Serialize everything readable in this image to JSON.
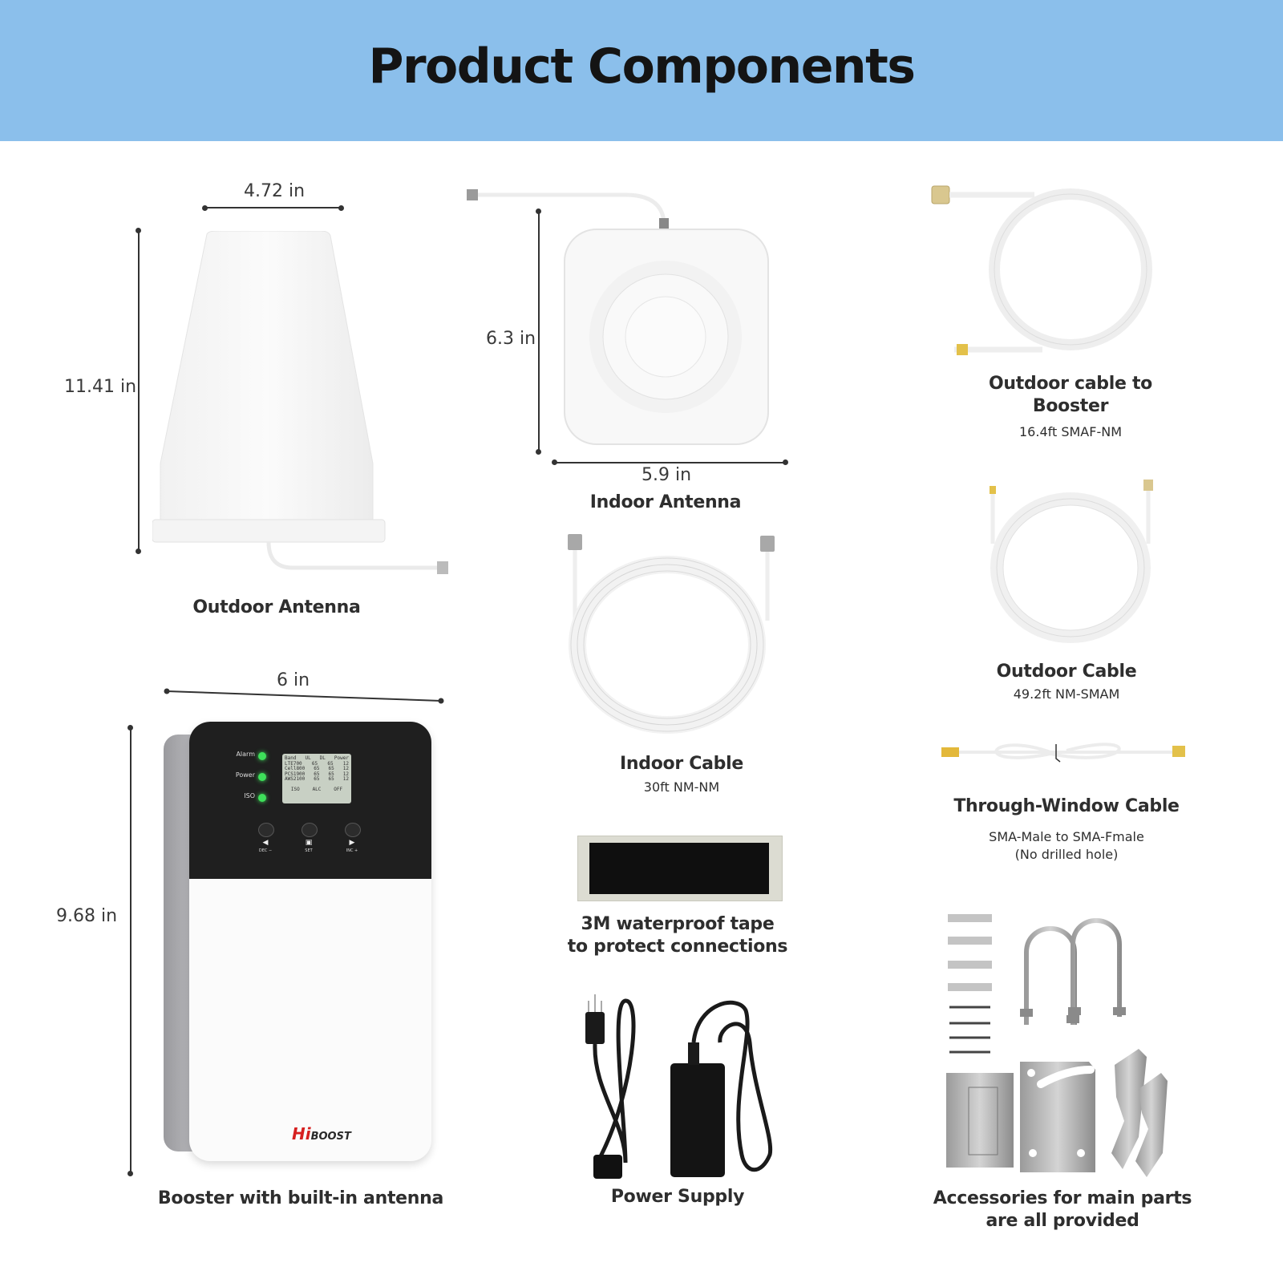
{
  "header": {
    "title": "Product Components",
    "background": "#8bbfeb"
  },
  "components": {
    "outdoor_antenna": {
      "label": "Outdoor Antenna",
      "width": "4.72 in",
      "height": "11.41 in"
    },
    "indoor_antenna": {
      "label": "Indoor Antenna",
      "width": "5.9 in",
      "height": "6.3 in"
    },
    "outdoor_cable_to_booster": {
      "label_line1": "Outdoor cable to",
      "label_line2": "Booster",
      "spec": "16.4ft SMAF-NM"
    },
    "outdoor_cable": {
      "label": "Outdoor Cable",
      "spec": "49.2ft NM-SMAM"
    },
    "indoor_cable": {
      "label": "Indoor Cable",
      "spec": "30ft NM-NM"
    },
    "through_window_cable": {
      "label": "Through-Window Cable",
      "spec_line1": "SMA-Male to SMA-Fmale",
      "spec_line2": "(No drilled hole)"
    },
    "waterproof_tape": {
      "label_line1": "3M waterproof tape",
      "label_line2": "to protect connections"
    },
    "booster": {
      "label": "Booster with built-in antenna",
      "width": "6 in",
      "height": "9.68 in",
      "brand": {
        "hi": "Hi",
        "boost": "BOOST",
        "color": "#d62020"
      },
      "leds": [
        "Alarm",
        "Power",
        "ISO"
      ],
      "led_color": "#3ee05a",
      "lcd": {
        "header": [
          "Band",
          "UL",
          "DL",
          "Power"
        ],
        "rows": [
          [
            "LTE700",
            "65",
            "65",
            "12"
          ],
          [
            "Cell800",
            "65",
            "65",
            "12"
          ],
          [
            "PCS1900",
            "65",
            "65",
            "12"
          ],
          [
            "AWS2100",
            "65",
            "65",
            "12"
          ]
        ],
        "footer": [
          "ISO",
          "ALC",
          "OFF"
        ]
      },
      "buttons": [
        {
          "glyph": "◀",
          "caption": "DEC −"
        },
        {
          "glyph": "▣",
          "caption": "SET"
        },
        {
          "glyph": "▶",
          "caption": "INC +"
        }
      ]
    },
    "power_supply": {
      "label": "Power Supply"
    },
    "accessories": {
      "label_line1": "Accessories for main parts",
      "label_line2": "are all provided"
    }
  }
}
